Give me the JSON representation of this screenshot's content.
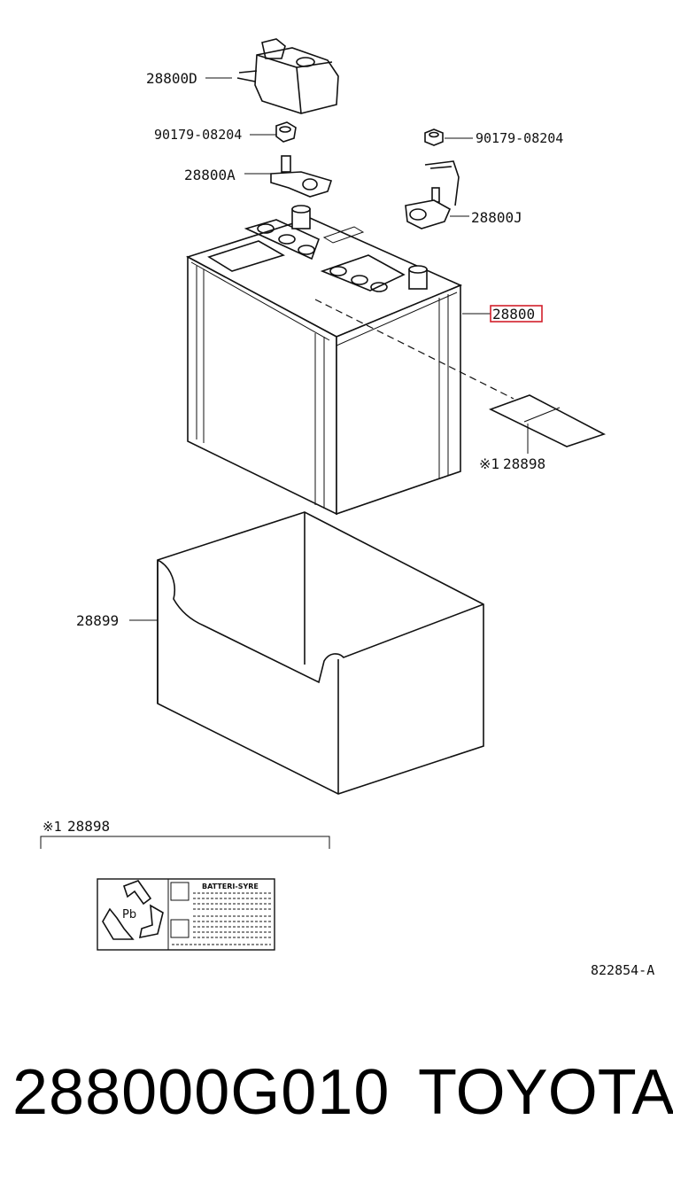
{
  "labels": {
    "cover": "28800D",
    "nut_left": "90179-08204",
    "nut_right": "90179-08204",
    "terminal_left": "28800A",
    "terminal_right": "28800J",
    "battery": "28800",
    "label_note": "28898",
    "label_note_prefix": "※1",
    "tray": "28899",
    "detail_title": "28898",
    "detail_prefix": "※1",
    "sticker_heading": "BATTERI-SYRE",
    "sticker_center": "Pb",
    "drawing_no": "822854-A"
  },
  "footer": {
    "part_number": "288000G010",
    "brand": "TOYOTA"
  },
  "colors": {
    "highlight": "#d21f2b",
    "ink": "#111111"
  }
}
